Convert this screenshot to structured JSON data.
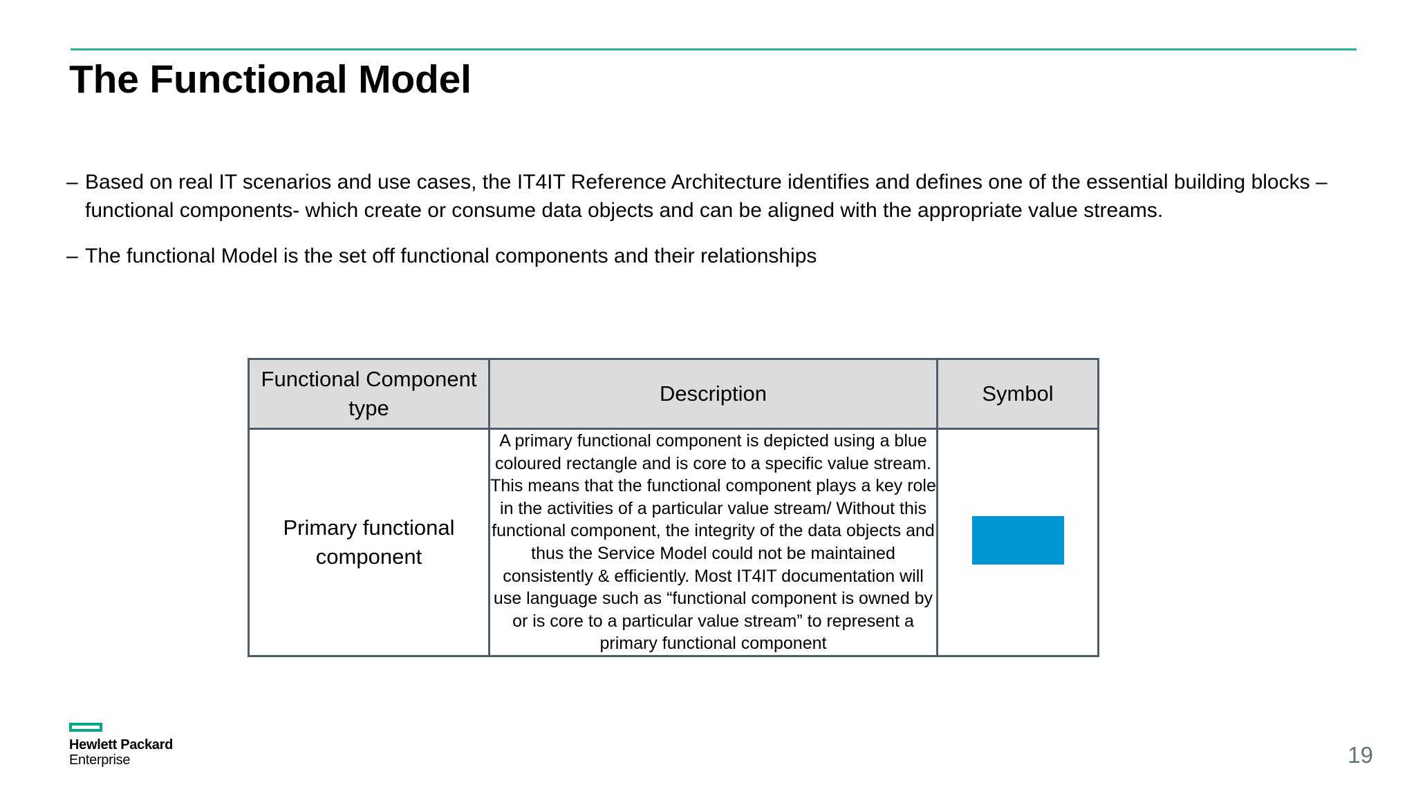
{
  "slide": {
    "title": "The Functional Model",
    "page_number": "19",
    "accent_color": "#25B495",
    "rule_color": "#25B495"
  },
  "bullets": [
    {
      "marker": "–",
      "text": "Based on real IT scenarios and use cases, the IT4IT Reference Architecture identifies and defines one of the essential building blocks – functional components- which create or consume data objects and can be aligned with the appropriate value streams."
    },
    {
      "marker": "–",
      "text": "The functional Model is the set off functional components and their relationships"
    }
  ],
  "table": {
    "headers": [
      "Functional Component type",
      "Description",
      "Symbol"
    ],
    "header_background": "#DCDCDC",
    "border_color": "#4c5c6a",
    "rows": [
      {
        "type": "Primary functional component",
        "description": "A primary functional component is depicted using a blue coloured rectangle and is core to a specific value stream. This means that the functional component plays a key role in the activities of a particular value stream/ Without this functional component, the integrity of the data objects and thus the Service Model could not be maintained consistently & efficiently. Most IT4IT documentation will use language such as “functional component is owned by or is core to a particular value stream” to represent a primary functional component",
        "symbol": "blue-rectangle",
        "symbol_color": "#0096D6"
      }
    ]
  },
  "footer": {
    "logo": {
      "line1": "Hewlett Packard",
      "line2": "Enterprise",
      "mark_color": "#01A982"
    }
  }
}
